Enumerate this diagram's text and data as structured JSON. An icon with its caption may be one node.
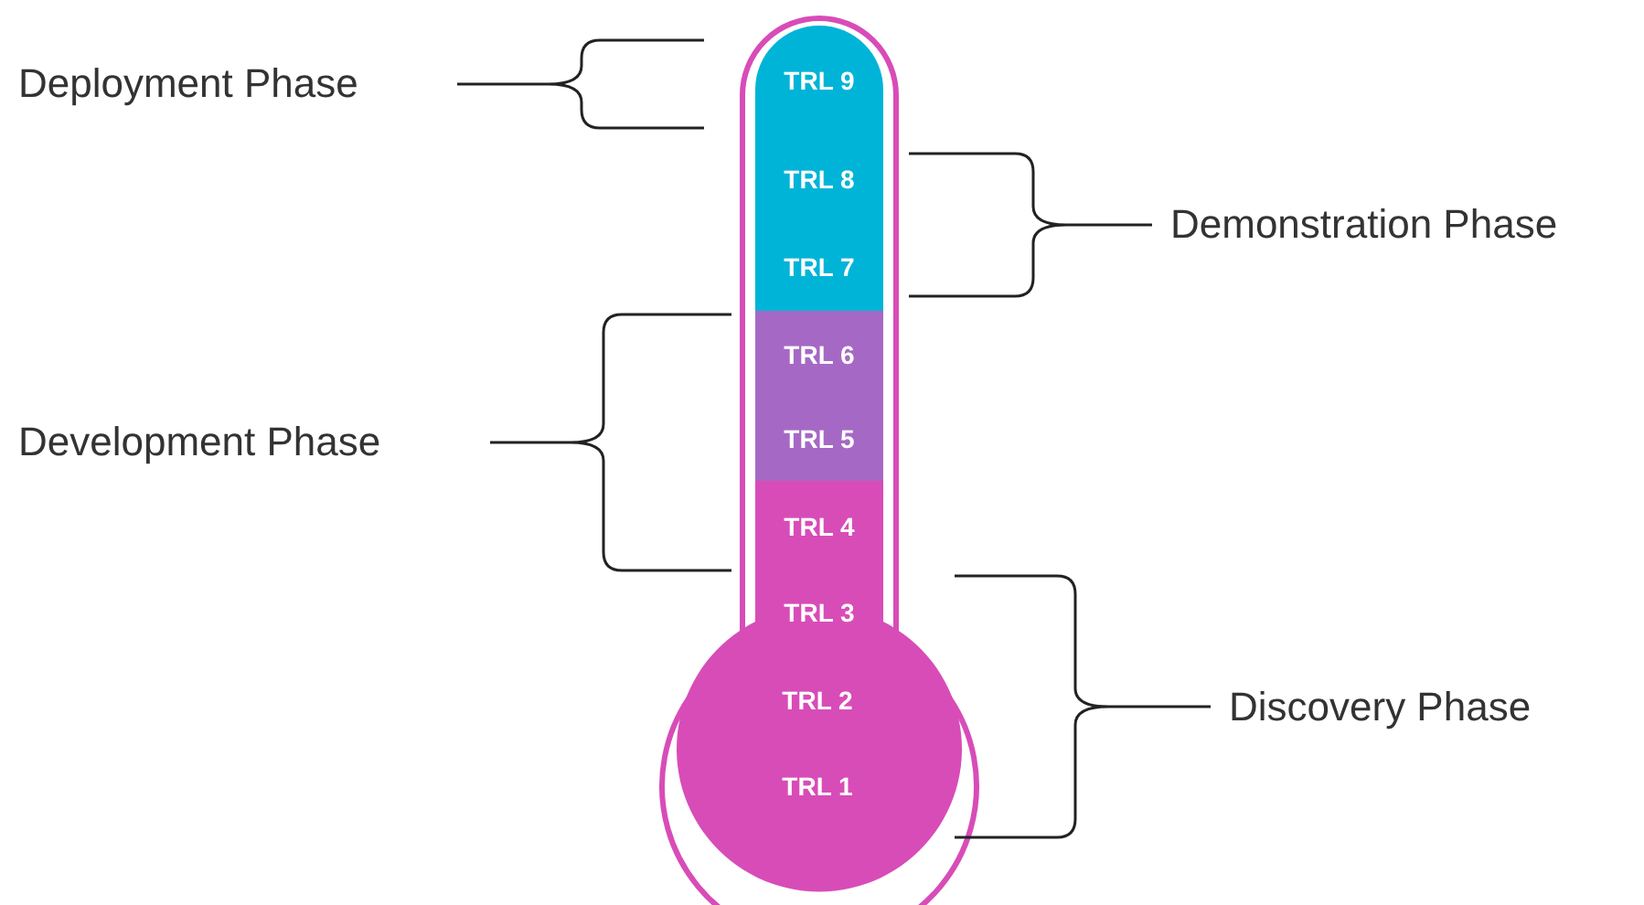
{
  "diagram": {
    "nodes": [
      {
        "text": [
          "TRL 9"
        ]
      },
      {
        "text": [
          "TRL 8"
        ]
      },
      {
        "text": [
          "TRL 7"
        ]
      },
      {
        "text": [
          "TRL 6"
        ]
      },
      {
        "text": [
          "TRL 5"
        ]
      },
      {
        "text": [
          "TRL 4"
        ]
      },
      {
        "text": [
          "TRL 3"
        ]
      },
      {
        "text": [
          "TRL 2"
        ]
      },
      {
        "text": [
          "TRL 1"
        ]
      }
    ],
    "edges": [],
    "labels": [
      "Deployment Phase",
      "Demonstration Phase",
      "Development Phase",
      "Discovery Phase"
    ]
  }
}
